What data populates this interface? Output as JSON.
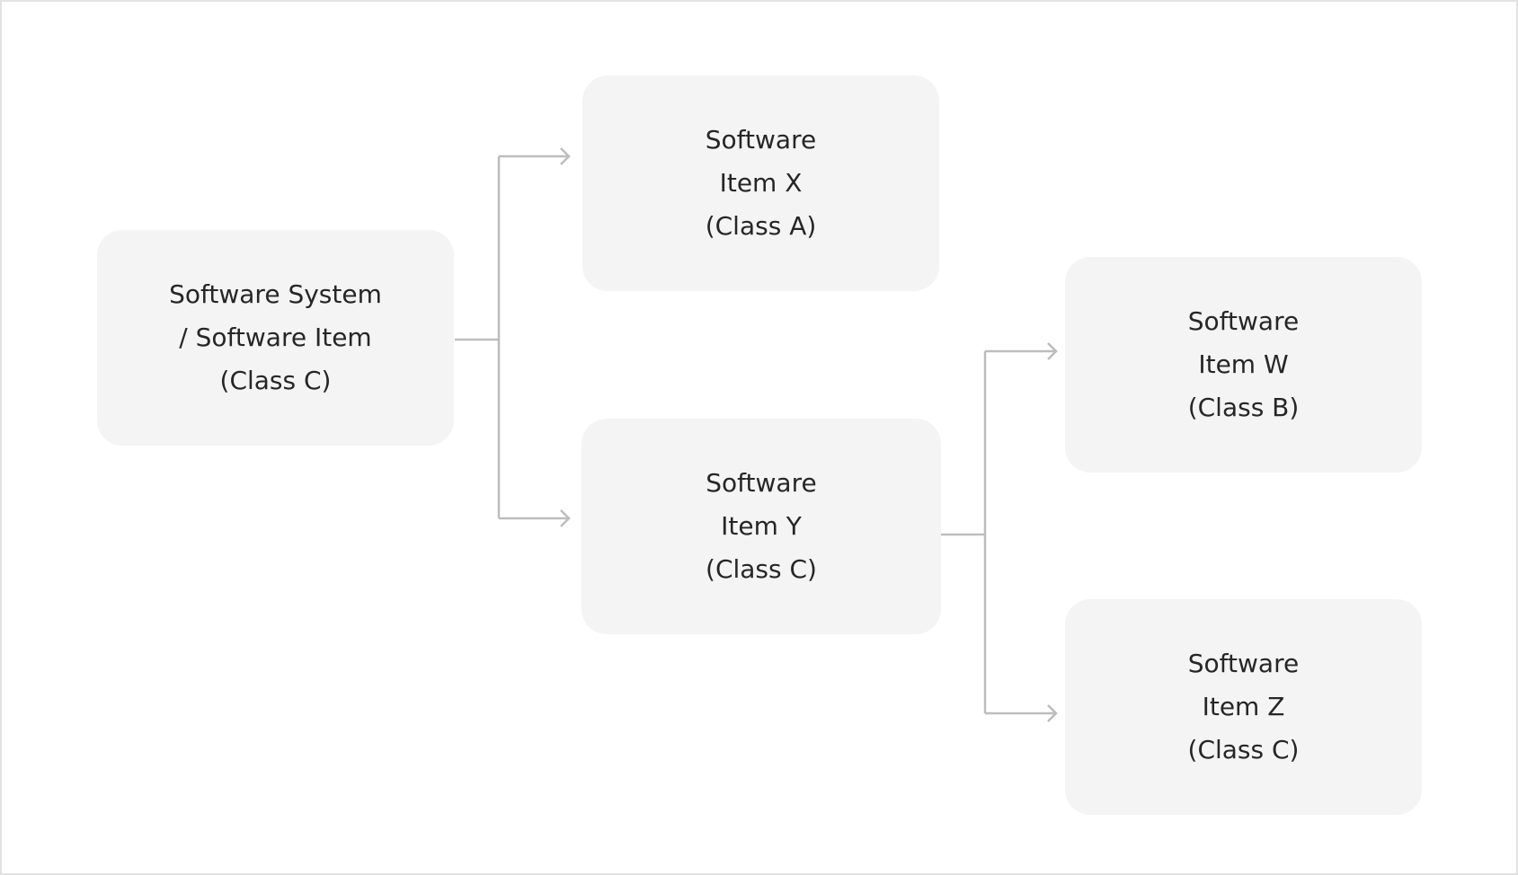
{
  "diagram": {
    "type": "hierarchy",
    "colors": {
      "node_fill": "#f4f4f4",
      "text": "#262626",
      "connector": "#bdbdbd",
      "background": "#ffffff"
    },
    "nodes": {
      "root": {
        "lines": [
          "Software System",
          "/ Software Item",
          "(Class C)"
        ]
      },
      "x": {
        "lines": [
          "Software",
          "Item X",
          "(Class A)"
        ]
      },
      "y": {
        "lines": [
          "Software",
          "Item Y",
          "(Class C)"
        ]
      },
      "w": {
        "lines": [
          "Software",
          "Item W",
          "(Class B)"
        ]
      },
      "z": {
        "lines": [
          "Software",
          "Item Z",
          "(Class C)"
        ]
      }
    },
    "edges": [
      {
        "from": "root",
        "to": "x"
      },
      {
        "from": "root",
        "to": "y"
      },
      {
        "from": "y",
        "to": "w"
      },
      {
        "from": "y",
        "to": "z"
      }
    ]
  }
}
